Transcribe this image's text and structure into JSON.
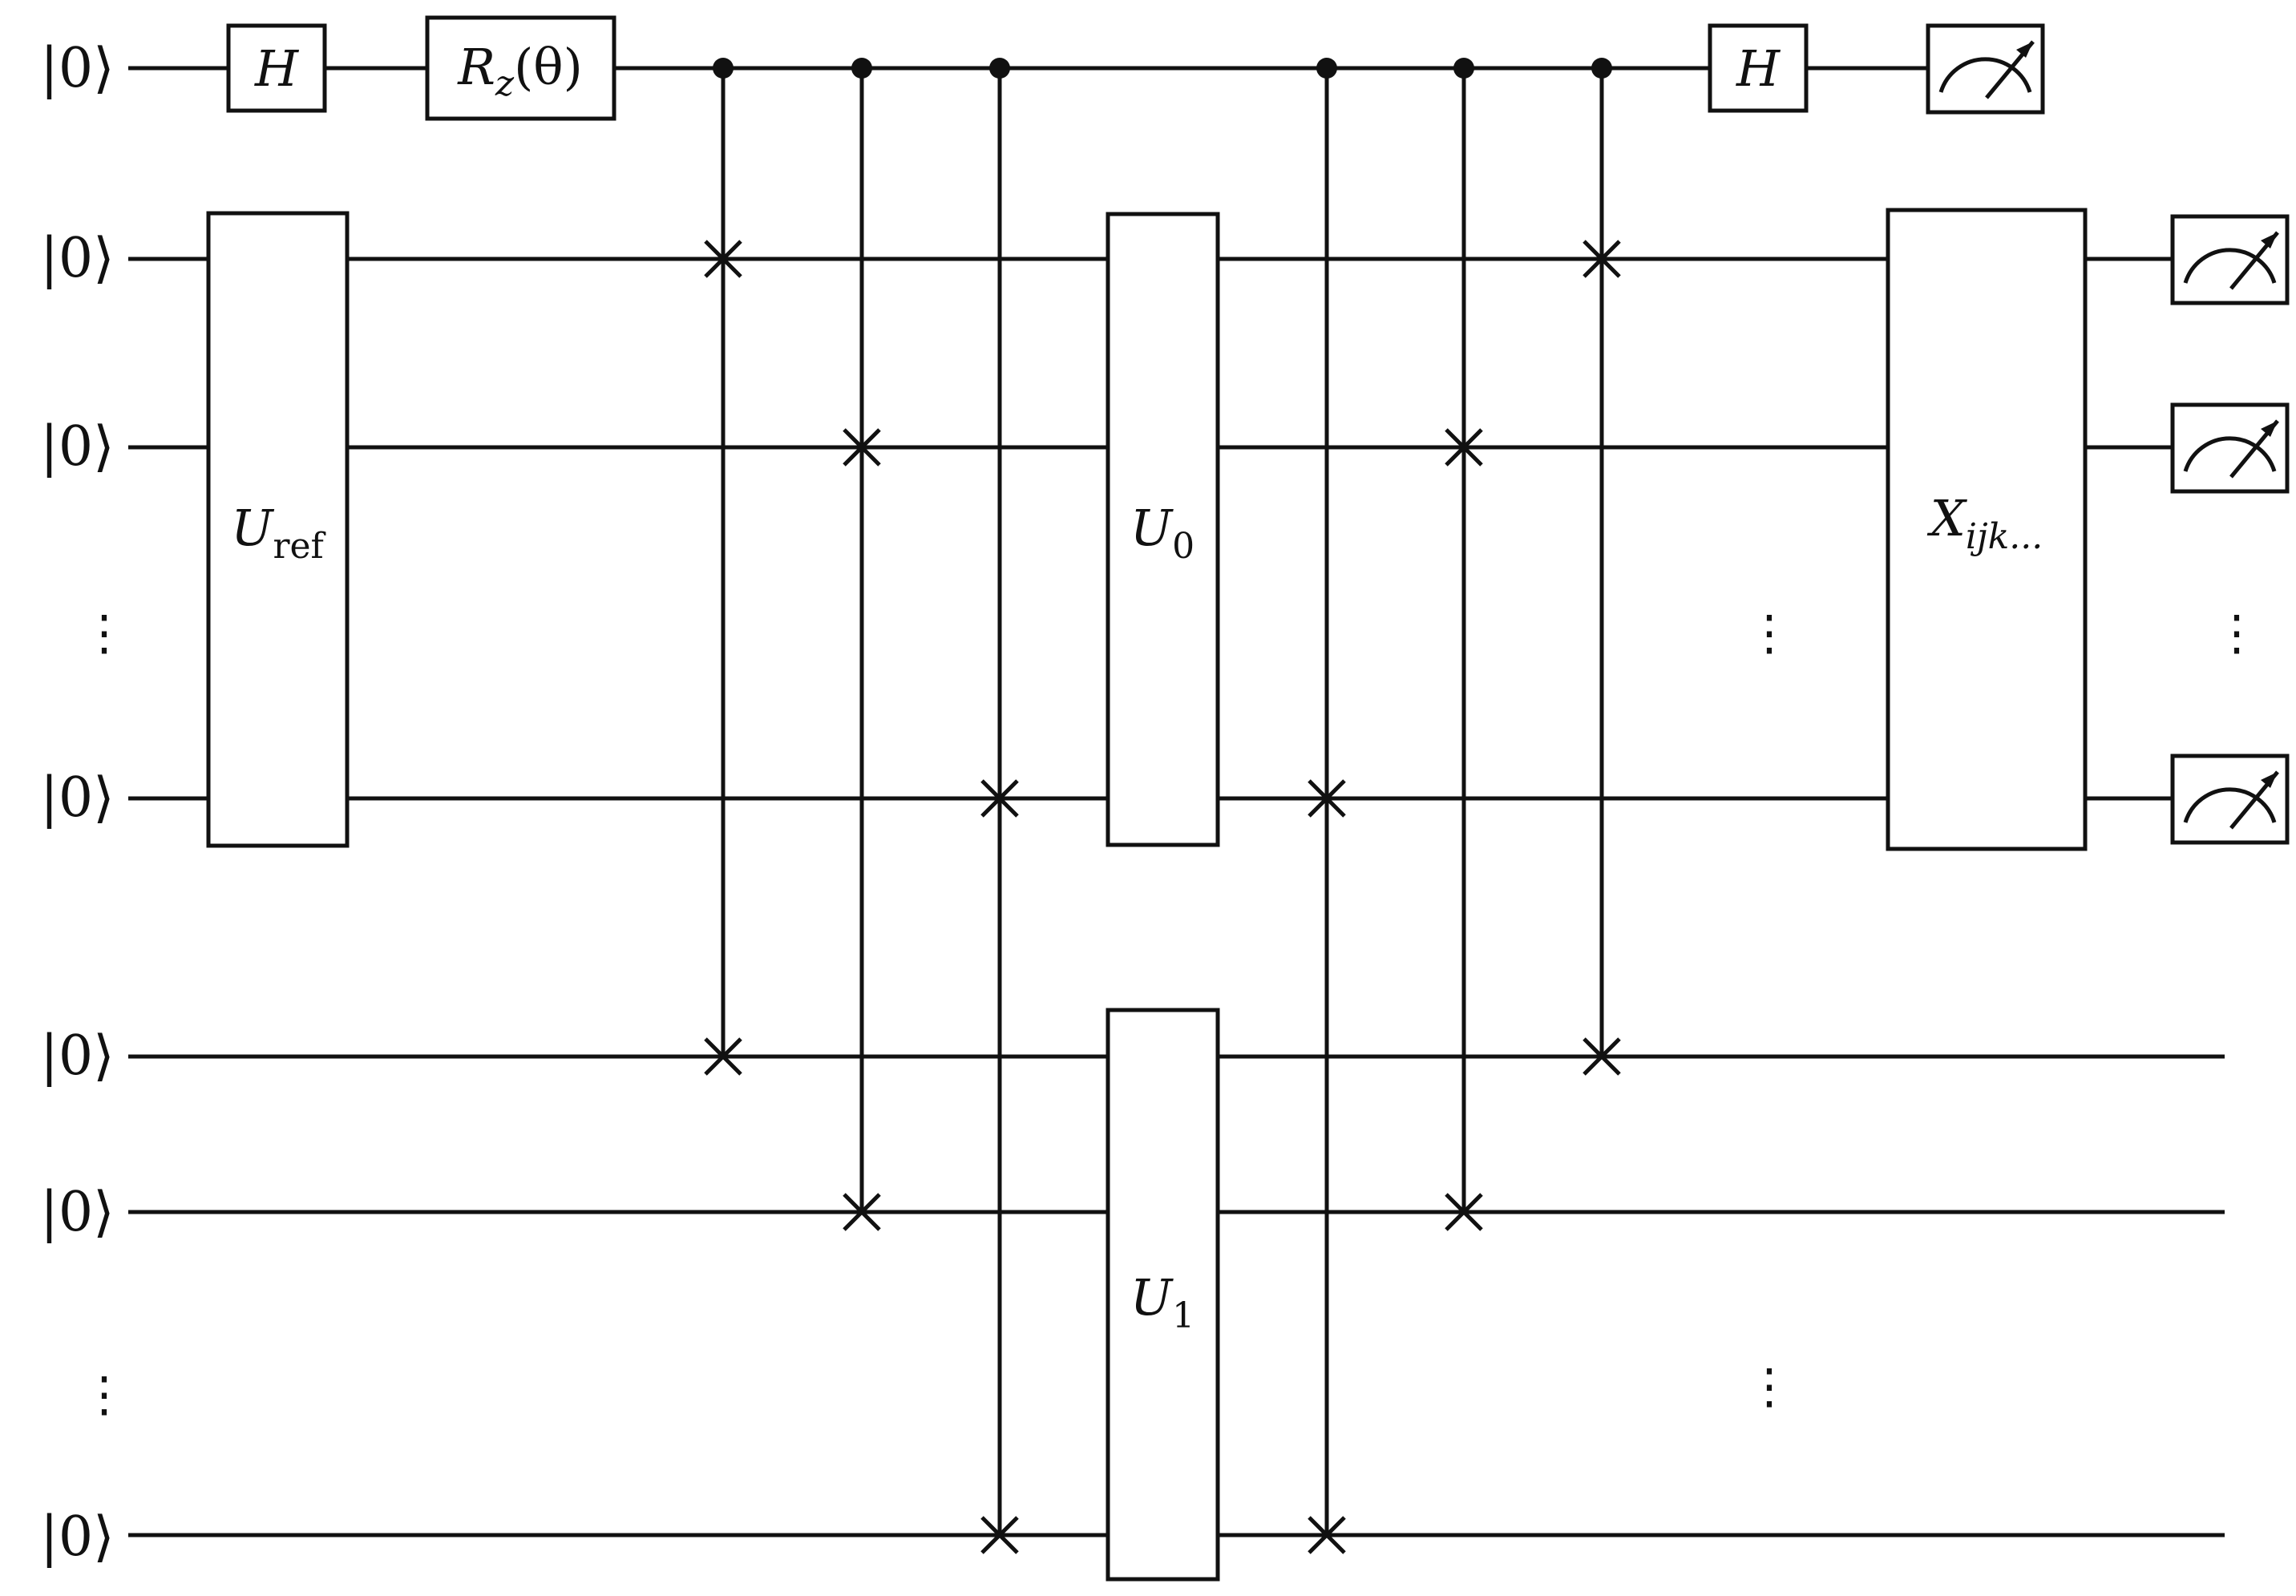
{
  "inputs": [
    {
      "label": "|0⟩"
    },
    {
      "label": "|0⟩"
    },
    {
      "label": "|0⟩"
    },
    {
      "label": "⋮"
    },
    {
      "label": "|0⟩"
    },
    {
      "label": "|0⟩"
    },
    {
      "label": "|0⟩"
    },
    {
      "label": "⋮"
    },
    {
      "label": "|0⟩"
    }
  ],
  "gates": {
    "h_left": {
      "main": "H"
    },
    "rz": {
      "main": "R",
      "sub": "z",
      "arg": "(θ)"
    },
    "uref": {
      "main": "U",
      "sub": "ref"
    },
    "u0": {
      "main": "U",
      "sub": "0"
    },
    "u1": {
      "main": "U",
      "sub": "1"
    },
    "h_right": {
      "main": "H"
    },
    "xijk": {
      "main": "X",
      "sub": "ijk..."
    }
  },
  "dots": {
    "reg_a_mid": "⋮",
    "reg_a_right": "⋮",
    "reg_b_mid": "⋮"
  }
}
